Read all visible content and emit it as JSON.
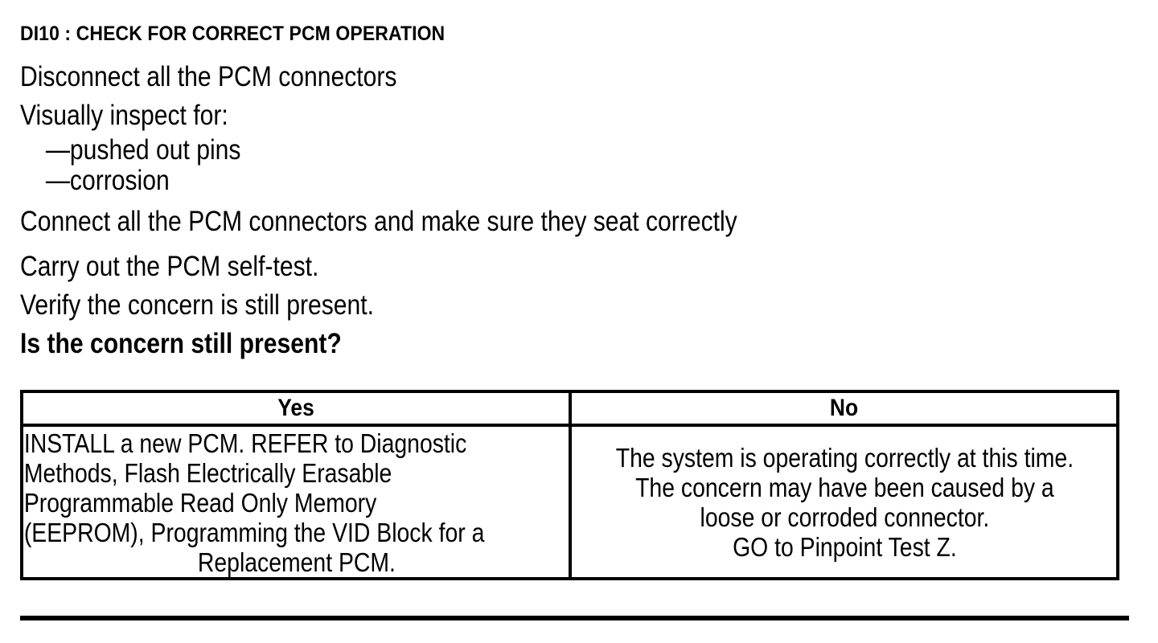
{
  "document": {
    "step_title": "DI10 : CHECK FOR CORRECT PCM OPERATION",
    "procedure_lines": [
      {
        "text": "Disconnect all the PCM connectors",
        "style": "normal"
      },
      {
        "text": "Visually inspect for:",
        "style": "normal"
      },
      {
        "text": "—pushed out pins",
        "style": "sub"
      },
      {
        "text": "—corrosion",
        "style": "sub"
      },
      {
        "text": "Connect all the PCM connectors and make sure they seat correctly",
        "style": "normal"
      },
      {
        "text": "Carry out the PCM self-test.",
        "style": "normal"
      },
      {
        "text": "Verify the concern is still present.",
        "style": "normal"
      },
      {
        "text": "Is the concern still present?",
        "style": "bold"
      }
    ],
    "question": "Is the concern still present?"
  },
  "decision_table": {
    "headers": {
      "yes": "Yes",
      "no": "No"
    },
    "yes_answer": {
      "full_text": "INSTALL a new PCM. REFER to Diagnostic Methods, Flash Electrically Erasable Programmable Read Only Memory (EEPROM), Programming the VID Block for a Replacement PCM.",
      "lines": [
        "INSTALL a new PCM. REFER to Diagnostic",
        "Methods, Flash Electrically Erasable",
        "Programmable Read Only Memory",
        "(EEPROM), Programming the VID Block for a",
        "Replacement PCM."
      ]
    },
    "no_answer": {
      "full_text": "The system is operating correctly at this time. The concern may have been caused by a loose or corroded connector. GO to Pinpoint Test Z.",
      "lines": [
        "The system is operating correctly at this time.",
        "The concern may have been caused by a",
        "loose or corroded connector.",
        "GO to Pinpoint Test Z."
      ]
    }
  },
  "colors": {
    "background": "#ffffff",
    "text": "#000000",
    "rule": "#000000"
  }
}
